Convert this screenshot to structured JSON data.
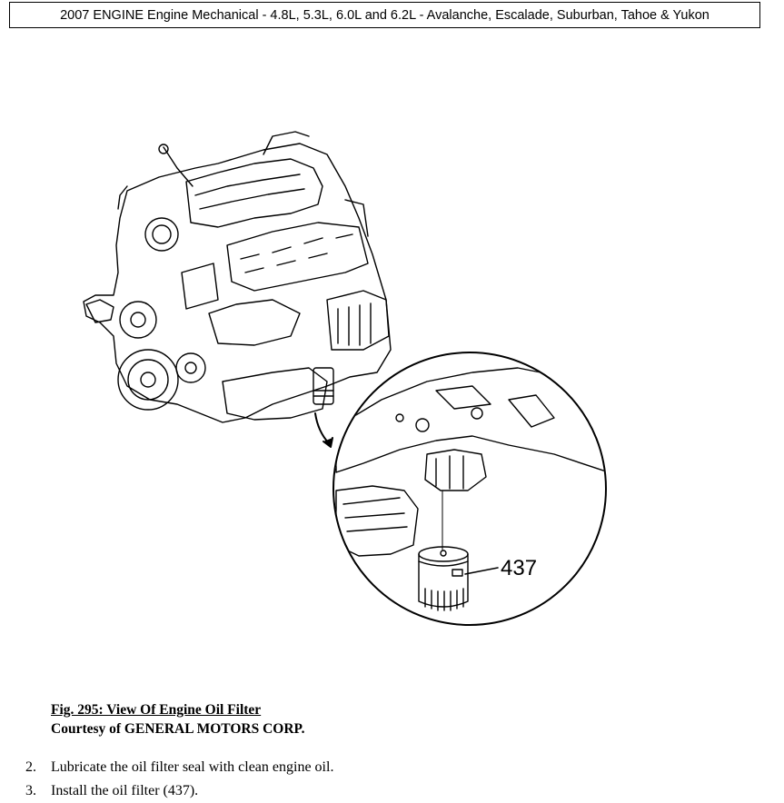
{
  "header": {
    "title": "2007 ENGINE Engine Mechanical - 4.8L, 5.3L, 6.0L and 6.2L - Avalanche, Escalade, Suburban, Tahoe & Yukon"
  },
  "figure": {
    "callout_label": "437"
  },
  "caption": {
    "title": "Fig. 295: View Of Engine Oil Filter",
    "credit": "Courtesy of GENERAL MOTORS CORP."
  },
  "steps": [
    {
      "number": "2.",
      "text": "Lubricate the oil filter seal with clean engine oil."
    },
    {
      "number": "3.",
      "text": "Install the oil filter (437)."
    }
  ]
}
